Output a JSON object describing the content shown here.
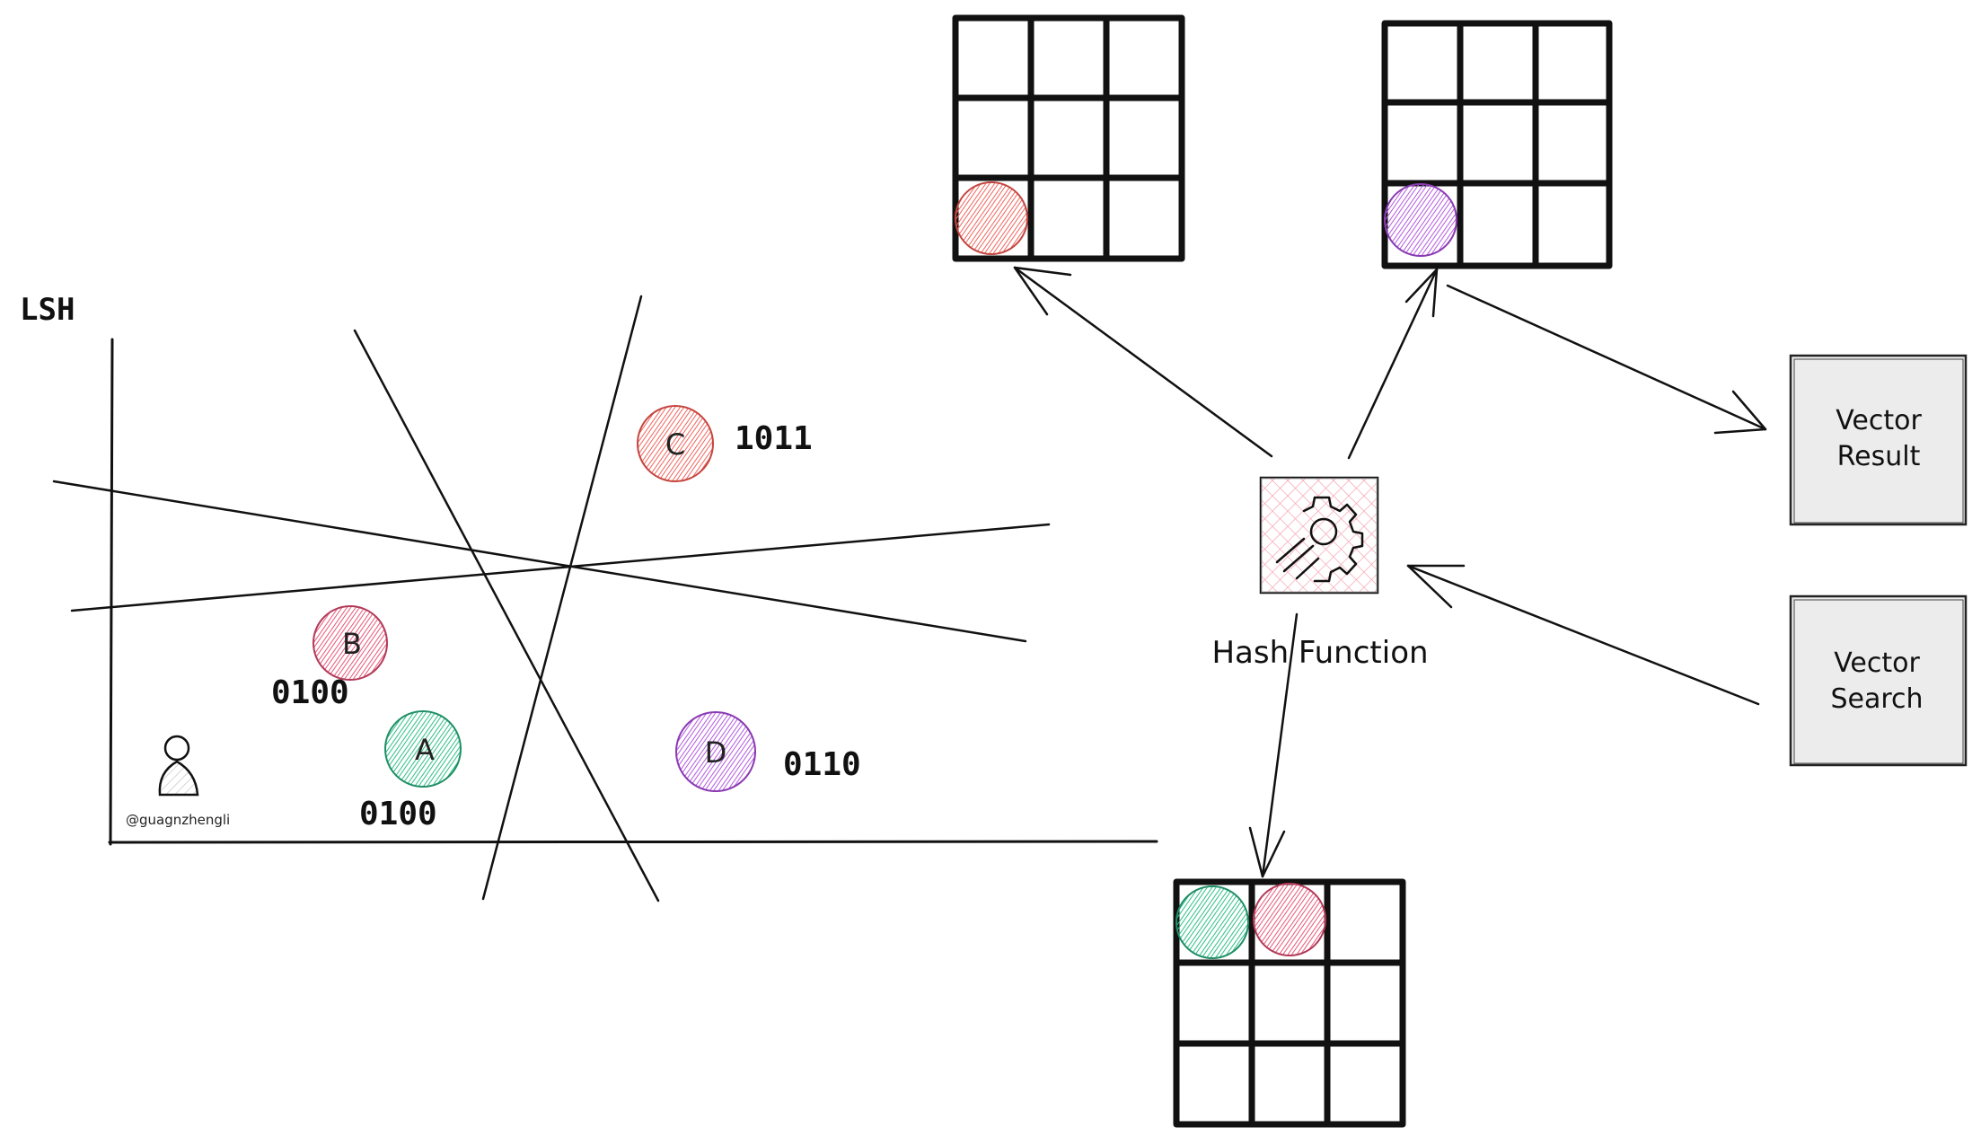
{
  "title": "LSH",
  "points": [
    {
      "id": "A",
      "label": "A",
      "code": "0100",
      "color": "#2fbf8a",
      "stroke": "#1f8f66"
    },
    {
      "id": "B",
      "label": "B",
      "code": "0100",
      "color": "#e8577a",
      "stroke": "#b23a58"
    },
    {
      "id": "C",
      "label": "C",
      "code": "1011",
      "color": "#f0665e",
      "stroke": "#c4463f"
    },
    {
      "id": "D",
      "label": "D",
      "code": "0110",
      "color": "#b45be0",
      "stroke": "#8a3ab3"
    }
  ],
  "hash_label": "Hash Function",
  "hash_color": "#f27a92",
  "vector_result": {
    "line1": "Vector",
    "line2": "Result"
  },
  "vector_search": {
    "line1": "Vector",
    "line2": "Search"
  },
  "watermark": "@guagnzhengli",
  "colors": {
    "ink": "#111111",
    "box_fill": "#ececec",
    "box_stroke": "#222222"
  }
}
